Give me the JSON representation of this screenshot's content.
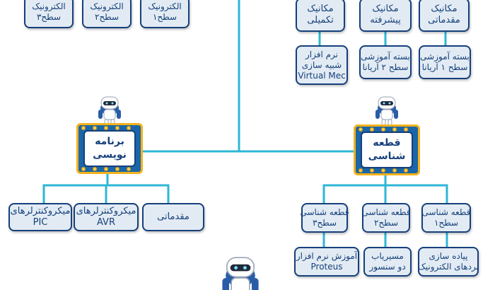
{
  "colors": {
    "line": "#2fb6d6",
    "box_fill": "#e2ebf3",
    "box_border": "#16407c",
    "text": "#16407c",
    "frame_blue": "#1a66a8",
    "frame_gold": "#f3b21b"
  },
  "icons": {
    "robot": "robot-icon"
  },
  "electronics": {
    "level1": [
      "الکترونیک",
      "سطح۱"
    ],
    "level2": [
      "الکترونیک",
      "سطح۲"
    ],
    "level3": [
      "الکترونیک",
      "سطح۳"
    ]
  },
  "mechanics": {
    "intro": {
      "title": [
        "مکانیک",
        "مقدماتی"
      ],
      "sub": [
        "بسته آموزشی",
        "سطح ۱ آریانا"
      ]
    },
    "advanced": {
      "title": [
        "مکانیک",
        "پیشرفته"
      ],
      "sub": [
        "بسته آموزشی",
        "سطح ۲ آریانا"
      ]
    },
    "complementary": {
      "title": [
        "مکانیک",
        "تکمیلی"
      ],
      "sub": [
        "نرم افزار",
        "شبیه سازی",
        "Virtual Mec"
      ]
    }
  },
  "programming": {
    "title": [
      "برنامه",
      "نویسی"
    ],
    "intro": [
      "مقدماتی"
    ],
    "avr": [
      "میکروکنترلرهای",
      "AVR"
    ],
    "pic": [
      "میکروکنترلرهای",
      "PIC"
    ]
  },
  "parts": {
    "title": [
      "قطعه",
      "شناسی"
    ],
    "level1": {
      "title": [
        "قطعه شناسی",
        "سطح۱"
      ],
      "sub": [
        "پیاده سازی",
        "بردهای الکترونیک"
      ]
    },
    "level2": {
      "title": [
        "قطعه شناسی",
        "سطح۲"
      ],
      "sub": [
        "مسیریاب",
        "دو سنسور"
      ]
    },
    "level3": {
      "title": [
        "قطعه شناسی",
        "سطح۳"
      ],
      "sub": [
        "آموزش نرم افزار",
        "Proteus"
      ]
    }
  }
}
